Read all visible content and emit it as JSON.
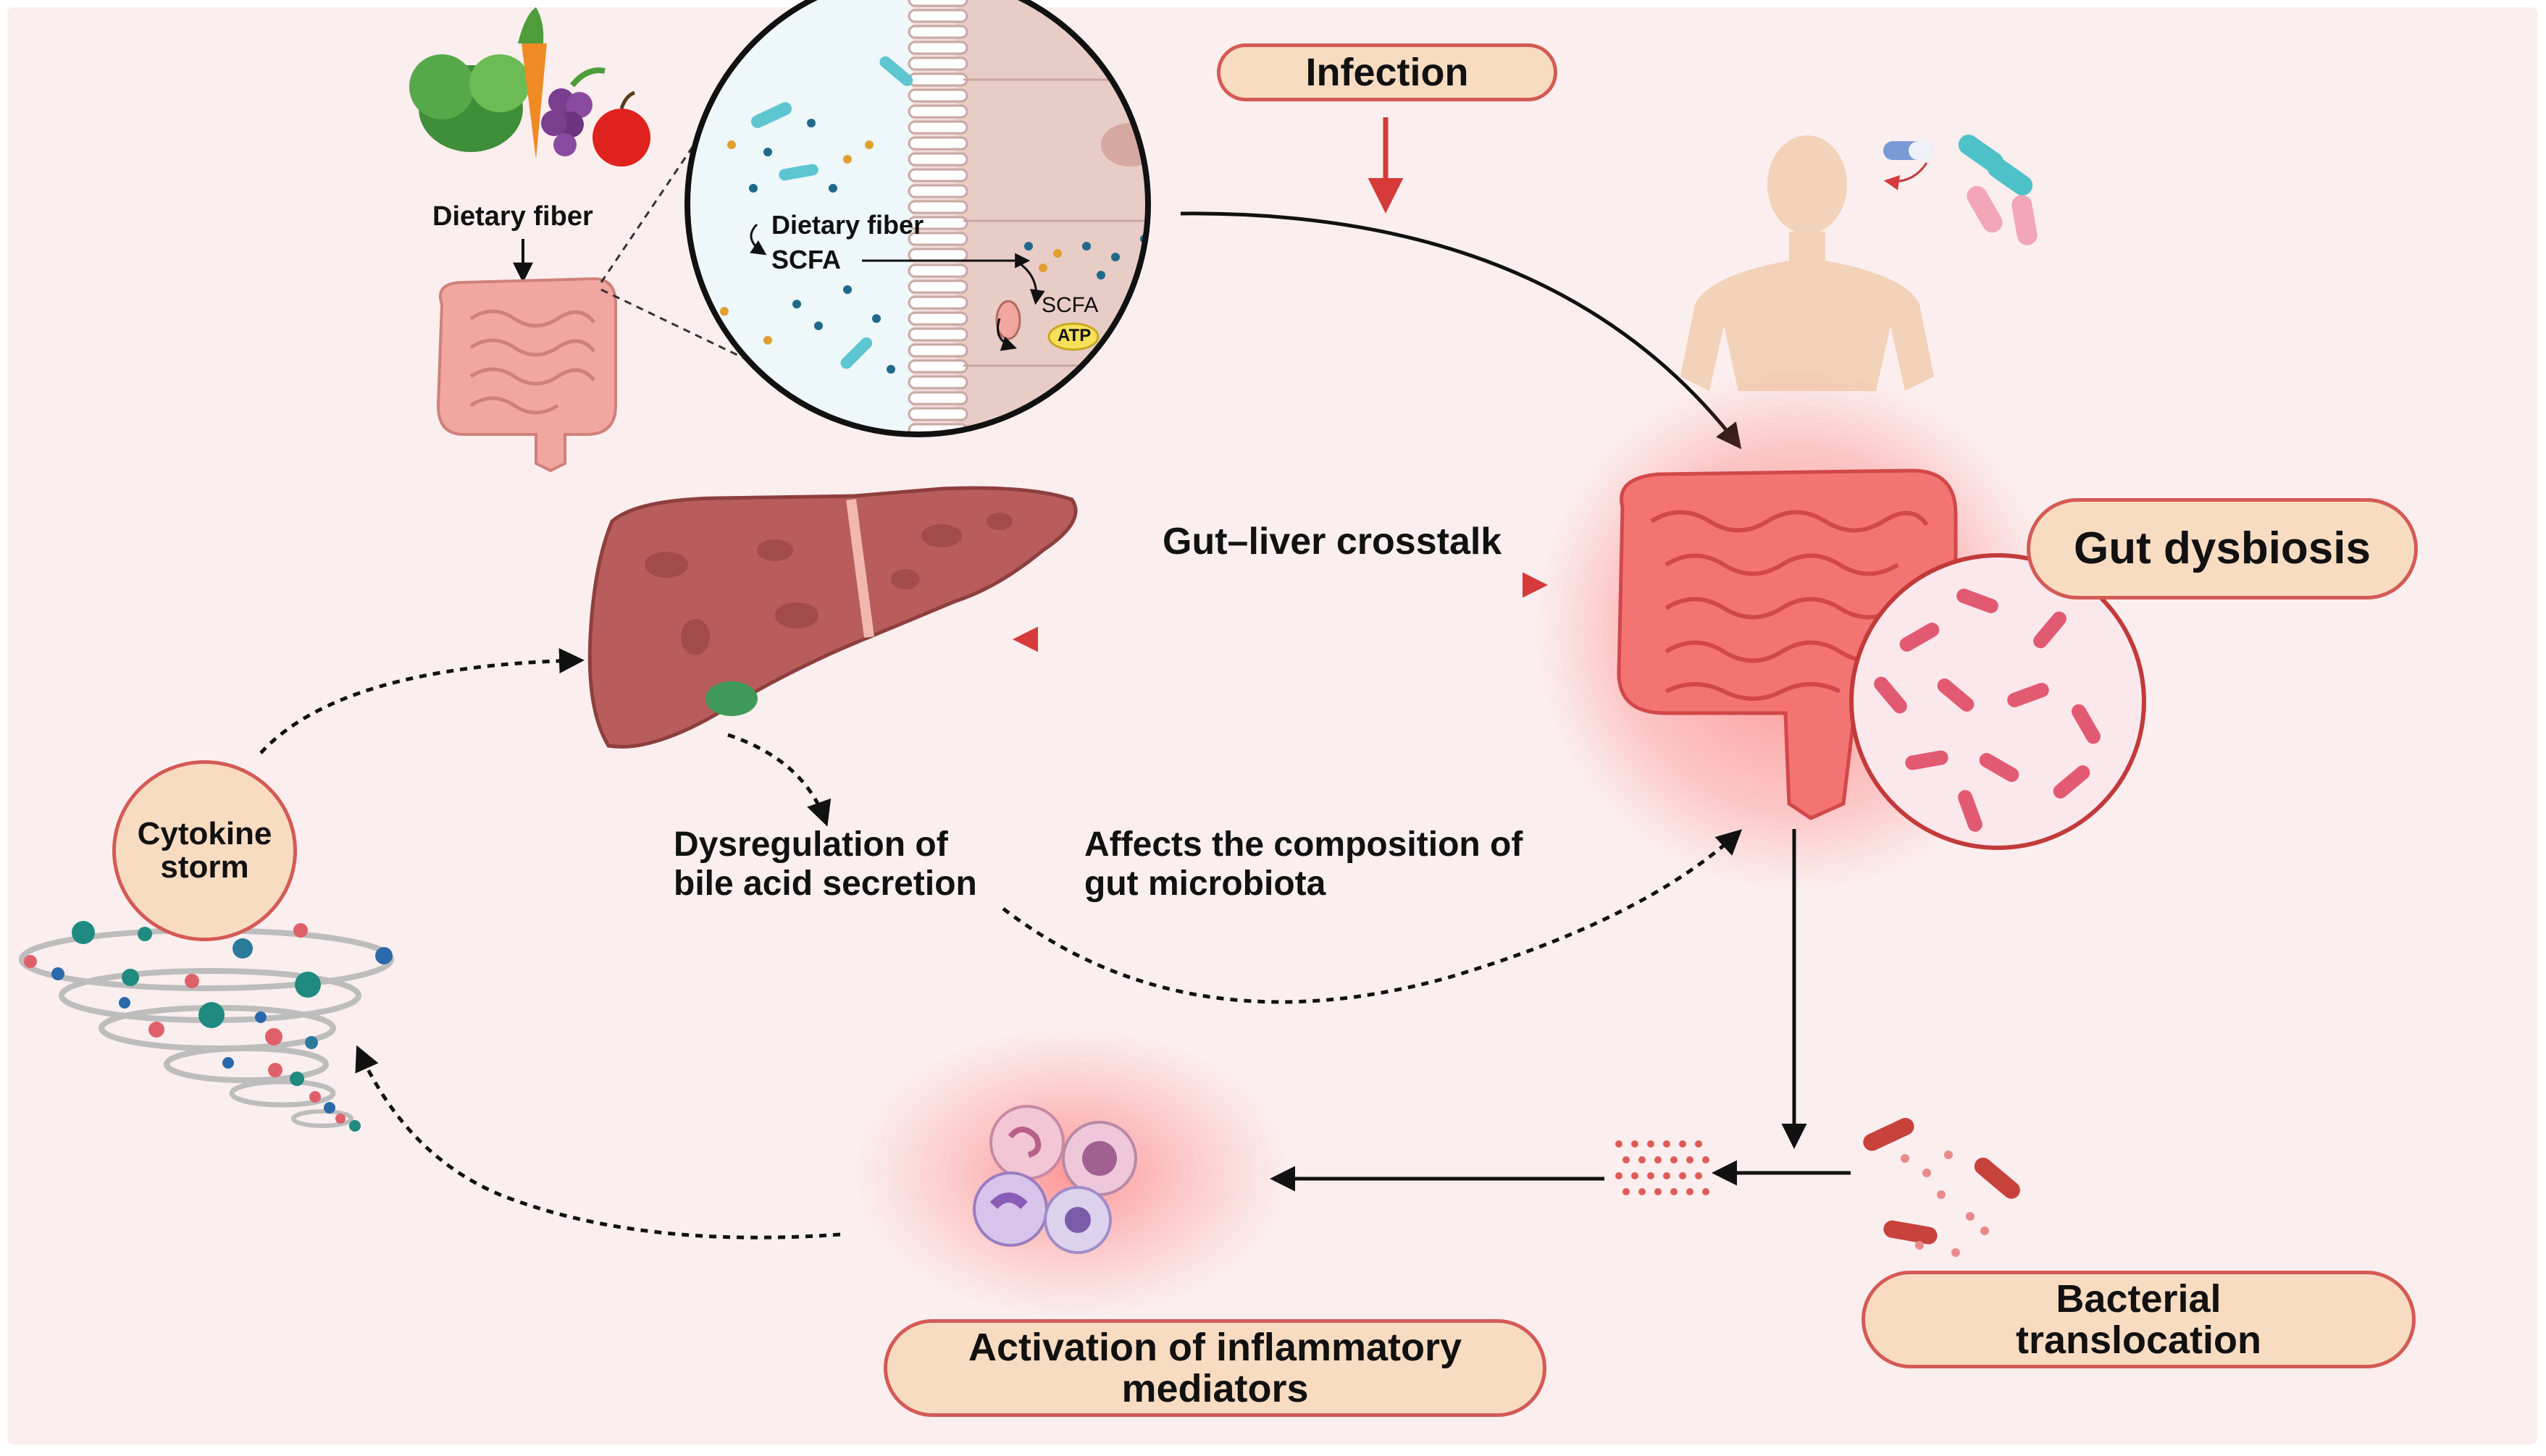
{
  "labels": {
    "infection": "Infection",
    "gut_dysbiosis": "Gut dysbiosis",
    "gut_liver_crosstalk": "Gut–liver crosstalk",
    "cytokine_storm_l1": "Cytokine",
    "cytokine_storm_l2": "storm",
    "dysregulation_l1": "Dysregulation of",
    "dysregulation_l2": "bile acid secretion",
    "affects_l1": "Affects the composition of",
    "affects_l2": "gut microbiota",
    "bacterial_l1": "Bacterial",
    "bacterial_l2": "translocation",
    "activation_l1": "Activation of inflammatory",
    "activation_l2": "mediators",
    "dietary_fiber_top": "Dietary fiber",
    "inset_dietary_fiber": "Dietary fiber",
    "inset_scfa_1": "SCFA",
    "inset_scfa_2": "SCFA",
    "inset_atp": "ATP"
  },
  "colors": {
    "background": "#fbeeee",
    "pill_fill": "#f8dcc2",
    "pill_border": "#d45a55",
    "red_arrow": "#d63a3a",
    "liver": "#b85c5c",
    "gut_inflamed": "#f06060"
  },
  "icons": [
    "vegetables-icon",
    "colon-icon",
    "microscope-inset",
    "liver-icon",
    "human-torso-icon",
    "pills-icon",
    "bacteria-icon",
    "immune-cells-icon",
    "tornado-icon"
  ]
}
